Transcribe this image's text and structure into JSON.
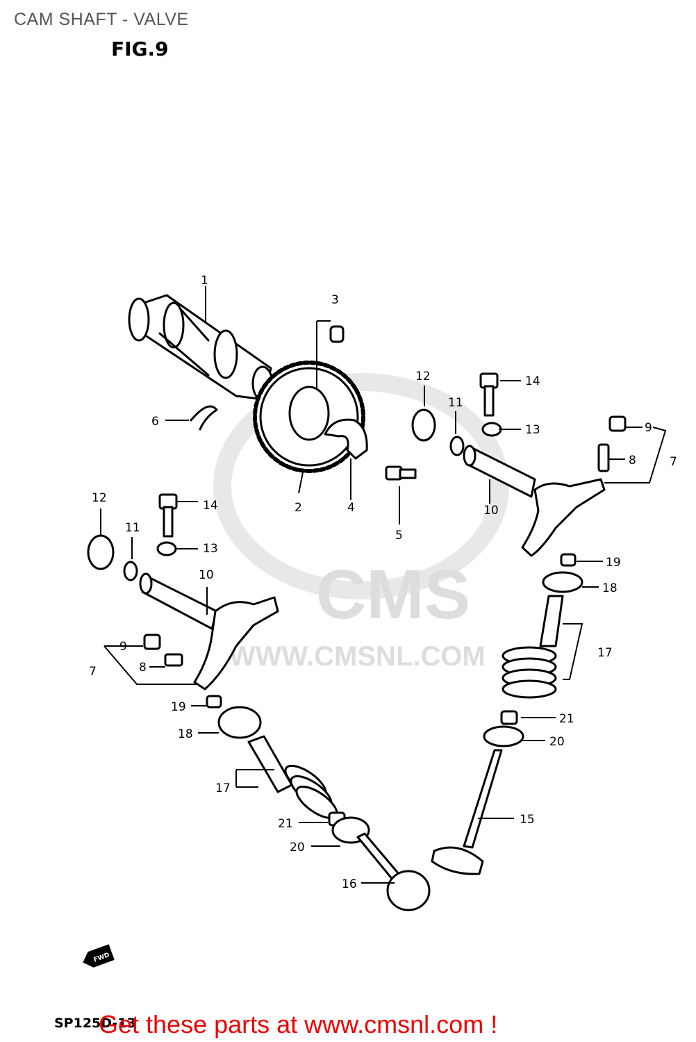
{
  "title": "CAM SHAFT - VALVE",
  "figure_label": "FIG.9",
  "watermark": {
    "brand": "CMS",
    "url": "WWW.CMSNL.COM"
  },
  "callouts": {
    "c1": "1",
    "c2": "2",
    "c3": "3",
    "c4": "4",
    "c5": "5",
    "c6": "6",
    "c7a": "7",
    "c7b": "7",
    "c8a": "8",
    "c8b": "8",
    "c9a": "9",
    "c9b": "9",
    "c10a": "10",
    "c10b": "10",
    "c11a": "11",
    "c11b": "11",
    "c12a": "12",
    "c12b": "12",
    "c13a": "13",
    "c13b": "13",
    "c14a": "14",
    "c14b": "14",
    "c15": "15",
    "c16": "16",
    "c17a": "17",
    "c17b": "17",
    "c18a": "18",
    "c18b": "18",
    "c19a": "19",
    "c19b": "19",
    "c20a": "20",
    "c20b": "20",
    "c21a": "21",
    "c21b": "21"
  },
  "fwd_marker": "FWD",
  "diagram_code": "SP125D-13",
  "footer_text": "Get these parts at www.cmsnl.com !"
}
